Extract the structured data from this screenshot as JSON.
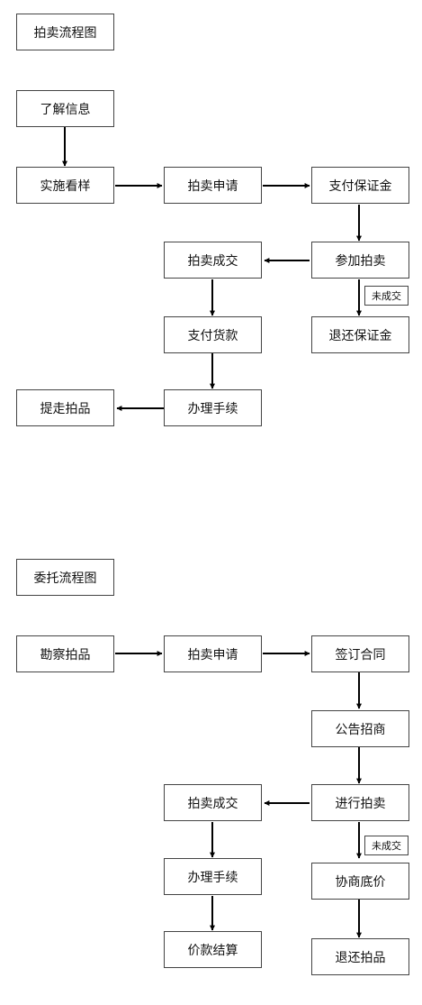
{
  "auction": {
    "title": "拍卖流程图",
    "learn_info": "了解信息",
    "view_sample": "实施看样",
    "apply": "拍卖申请",
    "pay_deposit": "支付保证金",
    "join_auction": "参加拍卖",
    "deal": "拍卖成交",
    "not_deal": "未成交",
    "return_deposit": "退还保证金",
    "pay_goods": "支付货款",
    "procedures": "办理手续",
    "pick_up": "提走拍品"
  },
  "consign": {
    "title": "委托流程图",
    "inspect": "勘察拍品",
    "apply": "拍卖申请",
    "sign_contract": "签订合同",
    "announce": "公告招商",
    "hold_auction": "进行拍卖",
    "deal": "拍卖成交",
    "not_deal": "未成交",
    "negotiate_price": "协商底价",
    "procedures": "办理手续",
    "settle_payment": "价款结算",
    "return_item": "退还拍品"
  }
}
